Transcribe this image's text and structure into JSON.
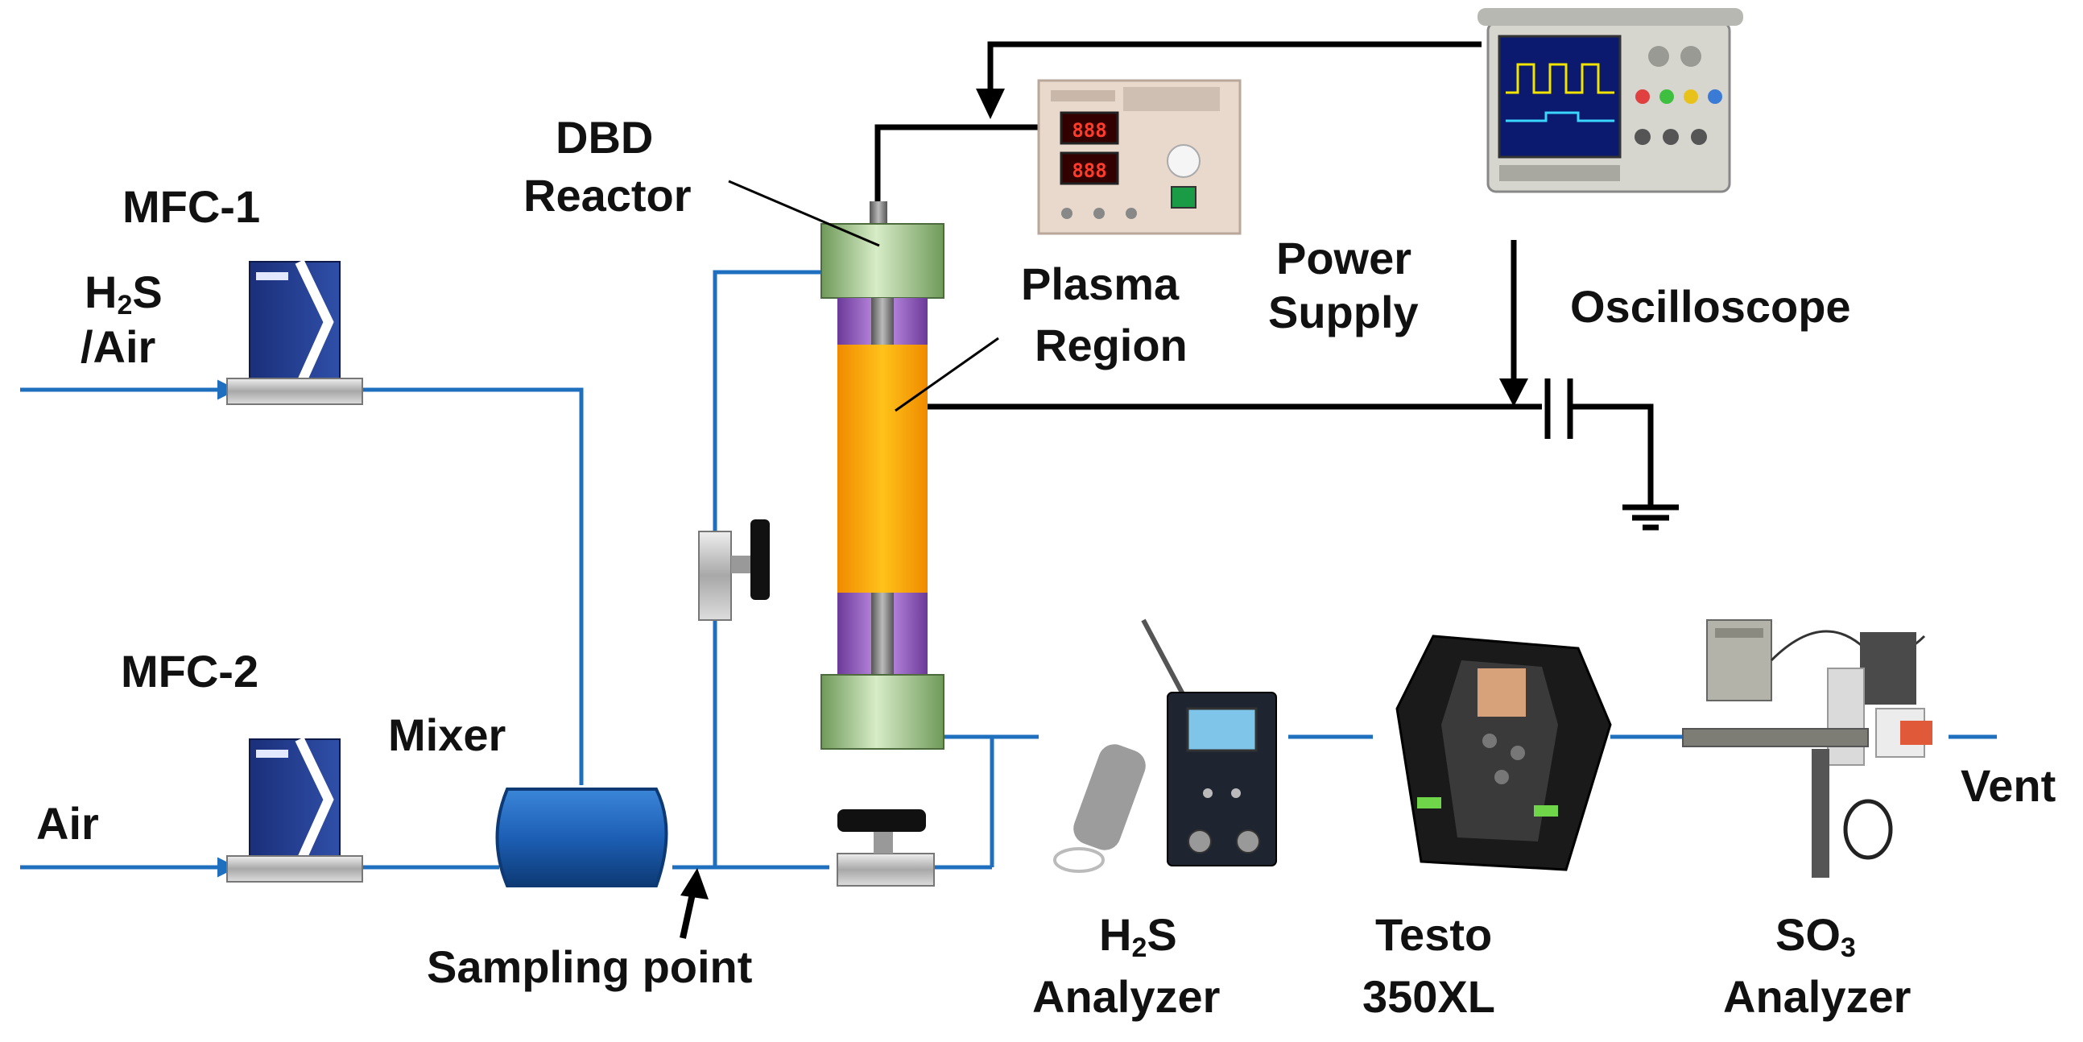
{
  "labels": {
    "mfc1": "MFC-1",
    "mfc2": "MFC-2",
    "h2s_air_h": "H",
    "h2s_air_sub": "2",
    "h2s_air_s": "S",
    "h2s_air_line2": "/Air",
    "air": "Air",
    "mixer": "Mixer",
    "sampling_point": "Sampling point",
    "dbd_line1": "DBD",
    "dbd_line2": "Reactor",
    "plasma_line1": "Plasma",
    "plasma_line2": "Region",
    "power_line1": "Power",
    "power_line2": "Supply",
    "oscilloscope": "Oscilloscope",
    "h2s_an_h": "H",
    "h2s_an_sub": "2",
    "h2s_an_s": "S",
    "h2s_an_line2": "Analyzer",
    "testo_line1": "Testo",
    "testo_line2": "350XL",
    "so3_so": "SO",
    "so3_sub": "3",
    "so3_line2": "Analyzer",
    "vent": "Vent"
  },
  "colors": {
    "gas_line": "#1f6fbf",
    "wire": "#000000",
    "reactor_cap": "#8fb877",
    "reactor_tube": "#9a5cc4",
    "plasma": "#f7a012",
    "mixer": "#1d5fb5"
  },
  "icons": {
    "mfc": "mass-flow-controller-icon",
    "valve": "needle-valve-icon",
    "power_supply": "power-supply-unit-icon",
    "oscilloscope": "oscilloscope-device-icon",
    "h2s_analyzer": "gas-analyzer-icon",
    "testo": "portable-flue-gas-analyzer-icon",
    "so3_analyzer": "so3-analyzer-icon"
  }
}
